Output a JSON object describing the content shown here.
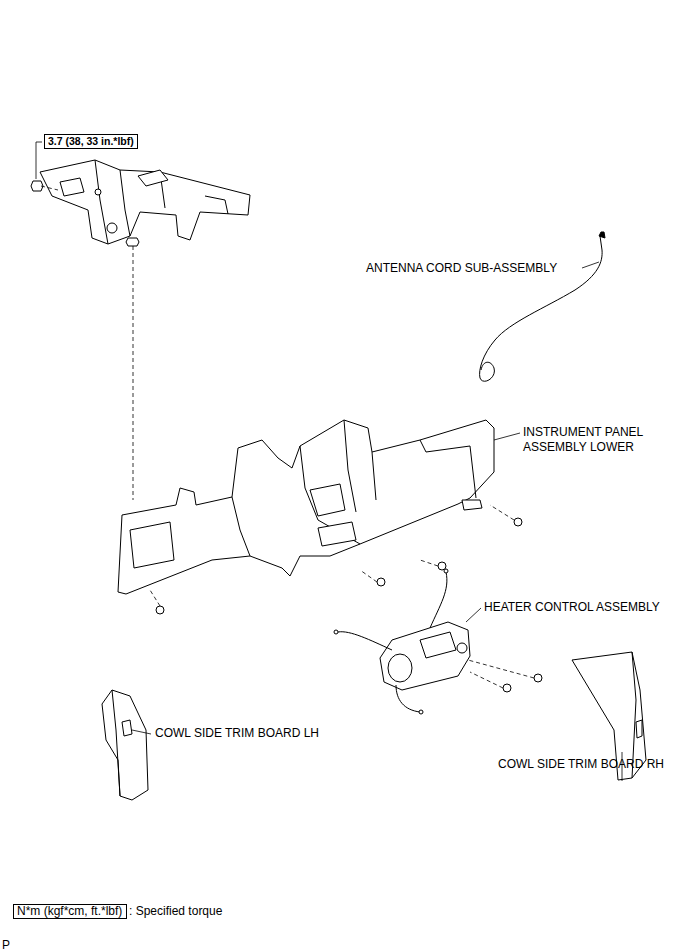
{
  "diagram": {
    "nodes": [
      {
        "text": [
          "3.7 (38, 33 in.*lbf)"
        ]
      },
      {
        "text": [
          "N*m (kgf*cm, ft.*lbf)"
        ]
      }
    ],
    "labels": [
      "ANTENNA CORD SUB-ASSEMBLY",
      "INSTRUMENT PANEL ASSEMBLY LOWER",
      "HEATER CONTROL ASSEMBLY",
      "COWL SIDE TRIM BOARD LH",
      "COWL SIDE TRIM BOARD RH",
      "P"
    ],
    "legend": [
      {
        "text": ": Specified torque"
      }
    ]
  }
}
